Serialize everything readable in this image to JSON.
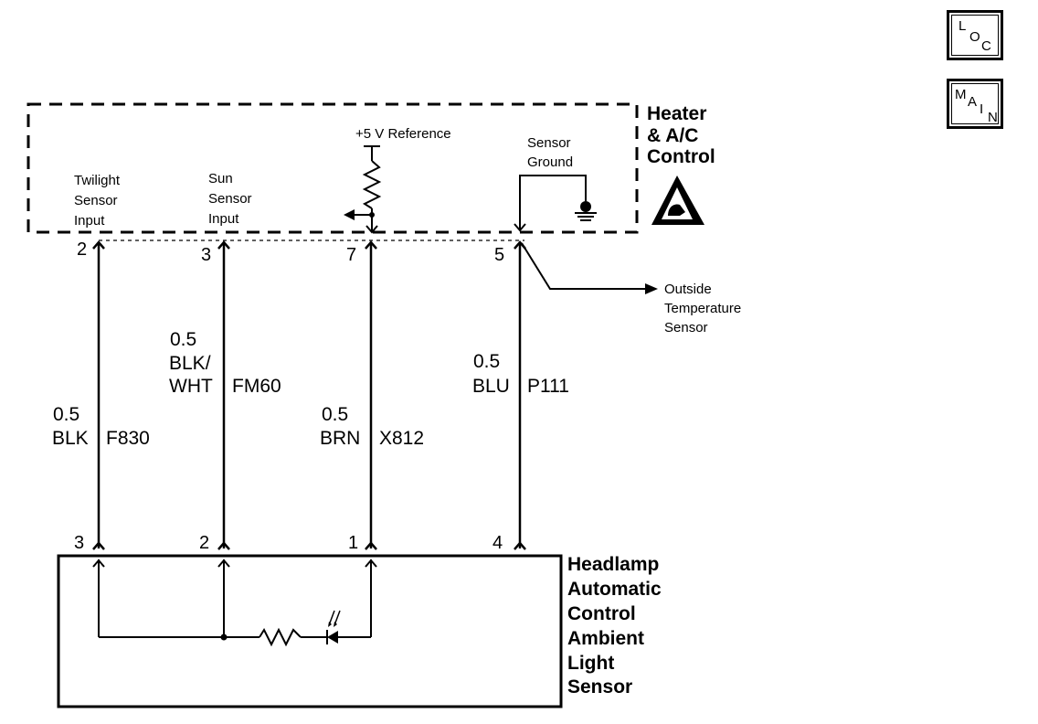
{
  "nav": {
    "loc": {
      "l1": "L",
      "l2": "O",
      "l3": "C"
    },
    "main": {
      "l1": "M",
      "l2": "A",
      "l3": "I",
      "l4": "N"
    }
  },
  "hvac_module": {
    "name_lines": [
      "Heater",
      "& A/C",
      "Control"
    ],
    "twilight_input_lines": [
      "Twilight",
      "Sensor",
      "Input"
    ],
    "sun_input_lines": [
      "Sun",
      "Sensor",
      "Input"
    ],
    "reference_label": "+5 V Reference",
    "ground_label_lines": [
      "Sensor",
      "Ground"
    ]
  },
  "outside_temp_lines": [
    "Outside",
    "Temperature",
    "Sensor"
  ],
  "sensor_module": {
    "name_lines": [
      "Headlamp",
      "Automatic",
      "Control",
      "Ambient",
      "Light",
      "Sensor"
    ]
  },
  "wires": [
    {
      "top_pin": "2",
      "bottom_pin": "3",
      "size": "0.5",
      "color_lines": [
        "BLK"
      ],
      "circuit": "F830"
    },
    {
      "top_pin": "3",
      "bottom_pin": "2",
      "size": "0.5",
      "color_lines": [
        "BLK/",
        "WHT"
      ],
      "circuit": "FM60"
    },
    {
      "top_pin": "7",
      "bottom_pin": "1",
      "size": "0.5",
      "color_lines": [
        "BRN"
      ],
      "circuit": "X812"
    },
    {
      "top_pin": "5",
      "bottom_pin": "4",
      "size": "0.5",
      "color_lines": [
        "BLU"
      ],
      "circuit": "P111"
    }
  ]
}
